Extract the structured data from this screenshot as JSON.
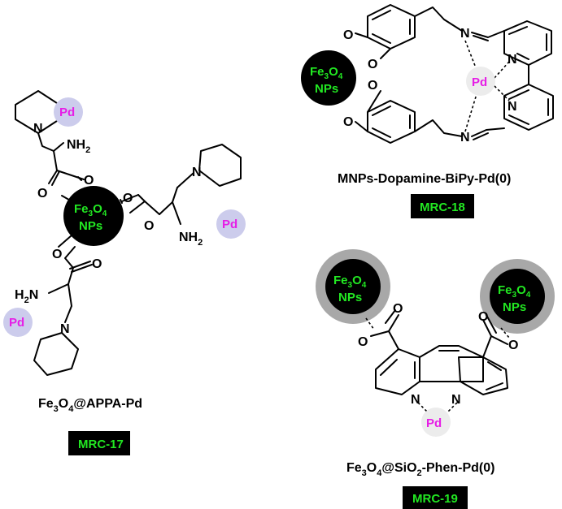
{
  "colors": {
    "nanoparticle": "#000000",
    "nanoparticle_label": "#22e822",
    "pd_disc_lilac": "#ccccec",
    "pd_disc_grey": "#ececec",
    "pd_label": "#e61ee6",
    "silica_shell": "#a8a8a8",
    "code_box": "#000000"
  },
  "atoms": {
    "O": "O",
    "N": "N",
    "NH2": "NH",
    "NH2_sub": "2",
    "H2N": "H",
    "H2N_sub": "2",
    "H2N_end": "N"
  },
  "np": {
    "fe": "Fe",
    "sub3": "3",
    "o": "O",
    "sub4": "4",
    "nps": "NPs"
  },
  "pd": "Pd",
  "mrc17": {
    "formula_a": "Fe",
    "sub3": "3",
    "formula_b": "O",
    "sub4": "4",
    "formula_c": "@APPA-Pd",
    "code": "MRC-17"
  },
  "mrc18": {
    "name": "MNPs-Dopamine-BiPy-Pd(0)",
    "code": "MRC-18"
  },
  "mrc19": {
    "fe": "Fe",
    "sub3": "3",
    "o": "O",
    "sub4": "4",
    "mid": "@SiO",
    "sub2": "2",
    "tail": "-Phen-Pd(0)",
    "code": "MRC-19"
  }
}
